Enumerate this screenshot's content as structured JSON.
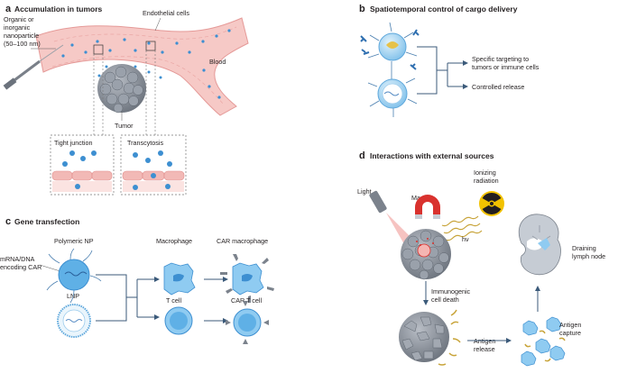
{
  "panel_a": {
    "letter": "a",
    "title": "Accumulation in tumors",
    "np_label": [
      "Organic or",
      "inorganic",
      "nanoparticle",
      "(50–100 nm)"
    ],
    "endothelial": "Endothelial cells",
    "blood": "Blood",
    "tumor": "Tumor",
    "tight_junction": "Tight junction",
    "transcytosis": "Transcytosis"
  },
  "panel_b": {
    "letter": "b",
    "title": "Spatiotemporal control of cargo delivery",
    "targeting": [
      "Specific targeting to",
      "tumors or immune cells"
    ],
    "release": "Controlled release"
  },
  "panel_c": {
    "letter": "c",
    "title": "Gene transfection",
    "polymeric_np": "Polymeric NP",
    "mrna": [
      "mRNA/DNA",
      "encoding CAR"
    ],
    "lnp": "LNP",
    "macrophage": "Macrophage",
    "car_macrophage": "CAR macrophage",
    "t_cell": "T cell",
    "car_t_cell": "CAR T cell"
  },
  "panel_d": {
    "letter": "d",
    "title": "Interactions with external sources",
    "light": "Light",
    "magnet": "Magnet",
    "ionizing": [
      "Ionizing",
      "radiation"
    ],
    "hv": "hν",
    "immunogenic": [
      "Immunogenic",
      "cell death"
    ],
    "antigen_release": [
      "Antigen",
      "release"
    ],
    "antigen_capture": [
      "Antigen",
      "capture"
    ],
    "draining": [
      "Draining",
      "lymph node"
    ]
  },
  "colors": {
    "vessel": "#f6c9c6",
    "vessel_edge": "#e59a98",
    "np_blue": "#3d8fd1",
    "np_light": "#bfe0f5",
    "tumor_gray": "#8b929c",
    "arrow": "#3b5a7a",
    "gold": "#c8a43a",
    "radiation": "#f2c200"
  }
}
